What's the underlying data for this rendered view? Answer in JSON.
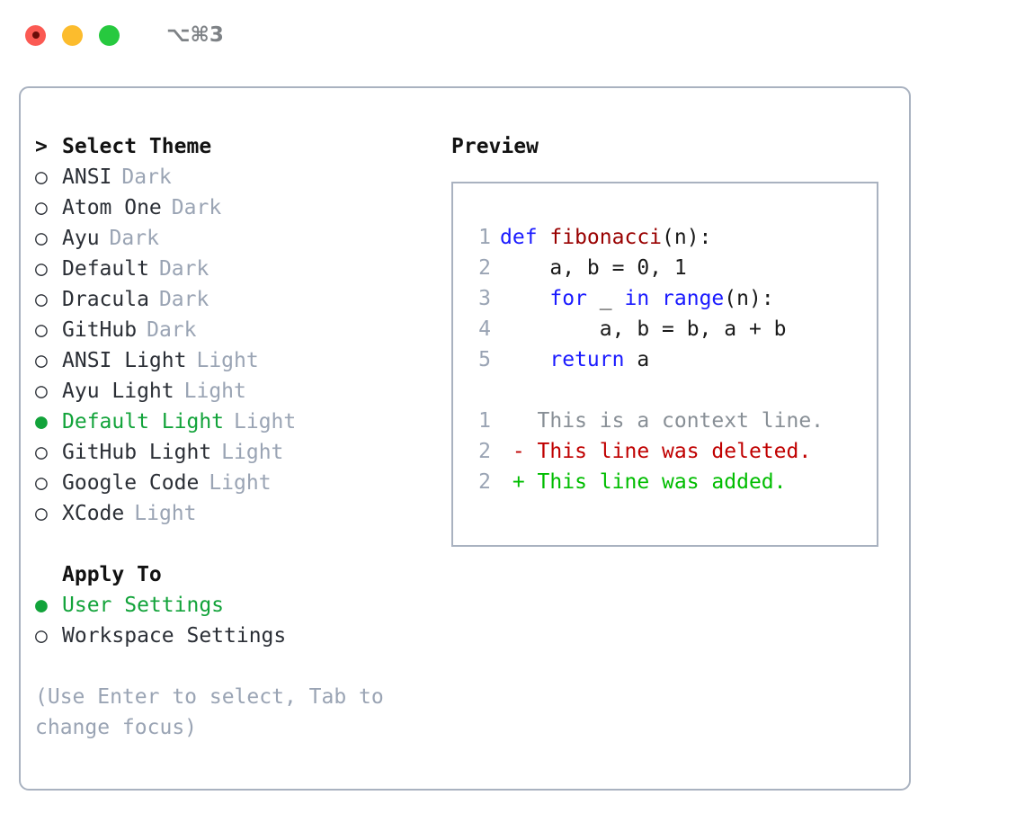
{
  "titlebar": {
    "shortcut": "⌥⌘3",
    "buttons": [
      {
        "name": "close",
        "color": "#fb5a53"
      },
      {
        "name": "minimize",
        "color": "#fcbc2d"
      },
      {
        "name": "zoom",
        "color": "#27c93f"
      }
    ]
  },
  "theme_list": {
    "header": "Select Theme",
    "header_prefix": ">",
    "marker_unselected": "○",
    "marker_selected": "●",
    "items": [
      {
        "label": "ANSI",
        "tag": "Dark",
        "selected": false
      },
      {
        "label": "Atom One",
        "tag": "Dark",
        "selected": false
      },
      {
        "label": "Ayu",
        "tag": "Dark",
        "selected": false
      },
      {
        "label": "Default",
        "tag": "Dark",
        "selected": false
      },
      {
        "label": "Dracula",
        "tag": "Dark",
        "selected": false
      },
      {
        "label": "GitHub",
        "tag": "Dark",
        "selected": false
      },
      {
        "label": "ANSI Light",
        "tag": "Light",
        "selected": false
      },
      {
        "label": "Ayu Light",
        "tag": "Light",
        "selected": false
      },
      {
        "label": "Default Light",
        "tag": "Light",
        "selected": true
      },
      {
        "label": "GitHub Light",
        "tag": "Light",
        "selected": false
      },
      {
        "label": "Google Code",
        "tag": "Light",
        "selected": false
      },
      {
        "label": "XCode",
        "tag": "Light",
        "selected": false
      }
    ]
  },
  "apply_to": {
    "header": "Apply To",
    "items": [
      {
        "label": "User Settings",
        "selected": true
      },
      {
        "label": "Workspace Settings",
        "selected": false
      }
    ]
  },
  "hint": "(Use Enter to select, Tab to change focus)",
  "preview": {
    "title": "Preview",
    "code_lines": [
      {
        "no": "1",
        "tokens": [
          {
            "t": "def ",
            "c": "kw"
          },
          {
            "t": "fibonacci",
            "c": "fn"
          },
          {
            "t": "(n):",
            "c": "plain"
          }
        ]
      },
      {
        "no": "2",
        "tokens": [
          {
            "t": "    a, b = 0, 1",
            "c": "plain"
          }
        ]
      },
      {
        "no": "3",
        "tokens": [
          {
            "t": "    ",
            "c": "plain"
          },
          {
            "t": "for",
            "c": "kw"
          },
          {
            "t": " _ ",
            "c": "plain"
          },
          {
            "t": "in",
            "c": "kw"
          },
          {
            "t": " ",
            "c": "plain"
          },
          {
            "t": "range",
            "c": "kw"
          },
          {
            "t": "(n):",
            "c": "plain"
          }
        ]
      },
      {
        "no": "4",
        "tokens": [
          {
            "t": "        a, b = b, a + b",
            "c": "plain"
          }
        ]
      },
      {
        "no": "5",
        "tokens": [
          {
            "t": "    ",
            "c": "plain"
          },
          {
            "t": "return",
            "c": "kw"
          },
          {
            "t": " a",
            "c": "plain"
          }
        ]
      }
    ],
    "diff_lines": [
      {
        "no": "1",
        "text": "   This is a context line.",
        "kind": "context"
      },
      {
        "no": "2",
        "text": " - This line was deleted.",
        "kind": "del"
      },
      {
        "no": "2",
        "text": " + This line was added.",
        "kind": "add"
      }
    ]
  },
  "colors": {
    "accent_green": "#12a33a",
    "muted_gray": "#9aa4b4",
    "border": "#a9b2c0",
    "keyword_blue": "#1a1aff",
    "function_red": "#990000",
    "diff_del_red": "#c00000",
    "diff_add_green": "#00bd00"
  }
}
